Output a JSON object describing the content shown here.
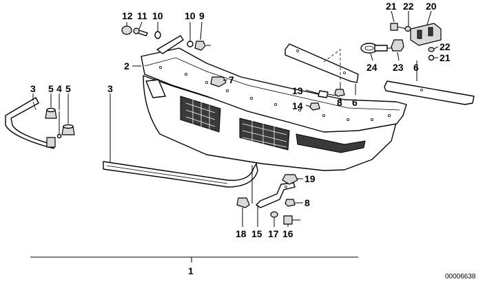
{
  "diagram": {
    "reference": "00006638",
    "callouts": [
      {
        "id": "c12",
        "text": "12"
      },
      {
        "id": "c11",
        "text": "11"
      },
      {
        "id": "c10a",
        "text": "10"
      },
      {
        "id": "c10b",
        "text": "10"
      },
      {
        "id": "c9",
        "text": "9"
      },
      {
        "id": "c21a",
        "text": "21"
      },
      {
        "id": "c22a",
        "text": "22"
      },
      {
        "id": "c20",
        "text": "20"
      },
      {
        "id": "c22b",
        "text": "22"
      },
      {
        "id": "c21b",
        "text": "21"
      },
      {
        "id": "c24",
        "text": "24"
      },
      {
        "id": "c23",
        "text": "23"
      },
      {
        "id": "c6a",
        "text": "6"
      },
      {
        "id": "c2",
        "text": "2"
      },
      {
        "id": "c7",
        "text": "7"
      },
      {
        "id": "c3a",
        "text": "3"
      },
      {
        "id": "c5a",
        "text": "5"
      },
      {
        "id": "c4",
        "text": "4"
      },
      {
        "id": "c5b",
        "text": "5"
      },
      {
        "id": "c3b",
        "text": "3"
      },
      {
        "id": "c13",
        "text": "13"
      },
      {
        "id": "c14",
        "text": "14"
      },
      {
        "id": "c8a",
        "text": "8"
      },
      {
        "id": "c6b",
        "text": "6"
      },
      {
        "id": "c19",
        "text": "19"
      },
      {
        "id": "c8b",
        "text": "8"
      },
      {
        "id": "c18",
        "text": "18"
      },
      {
        "id": "c15",
        "text": "15"
      },
      {
        "id": "c17",
        "text": "17"
      },
      {
        "id": "c16",
        "text": "16"
      },
      {
        "id": "c1",
        "text": "1"
      }
    ]
  }
}
